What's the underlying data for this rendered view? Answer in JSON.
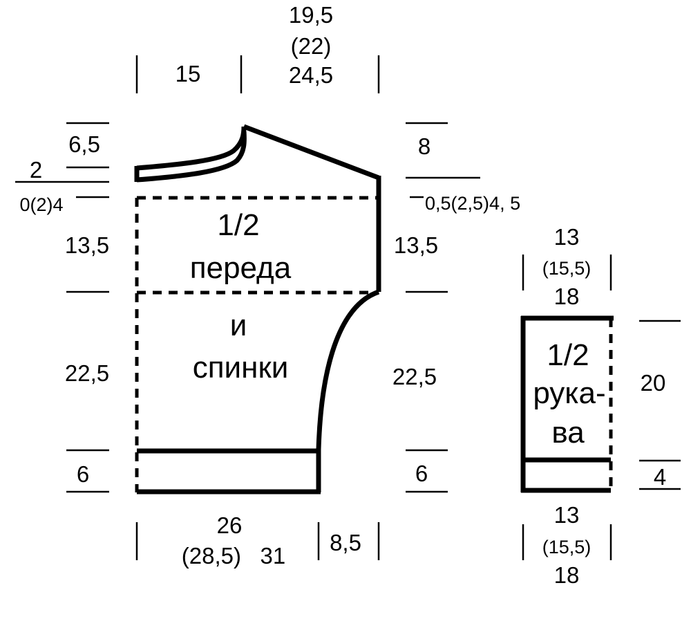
{
  "body_piece": {
    "title_line1": "1/2",
    "title_line2": "переда",
    "title_line3": "и",
    "title_line4": "спинки",
    "top_left_width": "15",
    "top_right_width_1": "19,5",
    "top_right_width_2": "(22)",
    "top_right_width_3": "24,5",
    "left_shoulder_drop": "6,5",
    "left_neck_depth": "2",
    "left_neck_sizes": "0(2)4",
    "right_shoulder_slope": "8",
    "right_sizes": "0,5(2,5)4,  5",
    "left_upper_height": "13,5",
    "right_upper_height": "13,5",
    "left_mid_height": "22,5",
    "right_mid_height": "22,5",
    "left_band_height": "6",
    "right_band_height": "6",
    "bottom_width_1": "26",
    "bottom_width_2": "(28,5)   31",
    "bottom_right_width": "8,5"
  },
  "sleeve_piece": {
    "title_line1": "1/2",
    "title_line2": "рука-",
    "title_line3": "ва",
    "top_width_1": "13",
    "top_width_2": "(15,5)",
    "top_width_3": "18",
    "height": "20",
    "band_height": "4",
    "bottom_width_1": "13",
    "bottom_width_2": "(15,5)",
    "bottom_width_3": "18"
  }
}
